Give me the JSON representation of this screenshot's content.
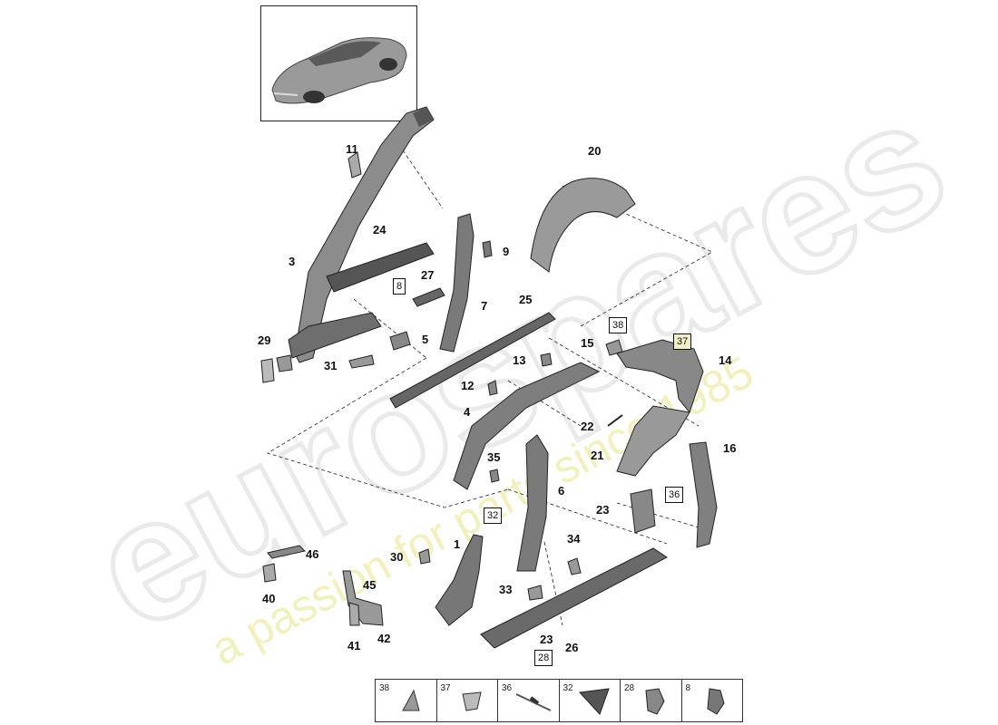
{
  "watermark": {
    "brand": "eurospares",
    "tagline": "a passion for parts since 1985"
  },
  "callouts": [
    {
      "id": "11",
      "label": "11"
    },
    {
      "id": "24",
      "label": "24"
    },
    {
      "id": "3",
      "label": "3"
    },
    {
      "id": "8",
      "label": "8",
      "boxed": true
    },
    {
      "id": "27",
      "label": "27"
    },
    {
      "id": "7",
      "label": "7"
    },
    {
      "id": "9",
      "label": "9"
    },
    {
      "id": "29",
      "label": "29"
    },
    {
      "id": "5",
      "label": "5"
    },
    {
      "id": "31",
      "label": "31"
    },
    {
      "id": "20",
      "label": "20"
    },
    {
      "id": "25",
      "label": "25"
    },
    {
      "id": "38",
      "label": "38",
      "boxed": true
    },
    {
      "id": "15",
      "label": "15"
    },
    {
      "id": "37",
      "label": "37",
      "boxed": true,
      "highlight": true
    },
    {
      "id": "14",
      "label": "14"
    },
    {
      "id": "13",
      "label": "13"
    },
    {
      "id": "12",
      "label": "12"
    },
    {
      "id": "4",
      "label": "4"
    },
    {
      "id": "22",
      "label": "22"
    },
    {
      "id": "21",
      "label": "21"
    },
    {
      "id": "16",
      "label": "16"
    },
    {
      "id": "35",
      "label": "35"
    },
    {
      "id": "6",
      "label": "6"
    },
    {
      "id": "36",
      "label": "36",
      "boxed": true
    },
    {
      "id": "23a",
      "label": "23"
    },
    {
      "id": "32",
      "label": "32",
      "boxed": true
    },
    {
      "id": "46",
      "label": "46"
    },
    {
      "id": "30",
      "label": "30"
    },
    {
      "id": "1",
      "label": "1"
    },
    {
      "id": "34",
      "label": "34"
    },
    {
      "id": "40",
      "label": "40"
    },
    {
      "id": "45",
      "label": "45"
    },
    {
      "id": "33",
      "label": "33"
    },
    {
      "id": "41",
      "label": "41"
    },
    {
      "id": "42",
      "label": "42"
    },
    {
      "id": "23b",
      "label": "23"
    },
    {
      "id": "26",
      "label": "26"
    },
    {
      "id": "28",
      "label": "28",
      "boxed": true
    }
  ],
  "legend": [
    "38",
    "37",
    "36",
    "32",
    "28",
    "8"
  ],
  "colors": {
    "line": "#222222",
    "part": "#6b6b6b",
    "partLight": "#a8a8a8",
    "watermark": "#d9d9d9",
    "watermarkYellow": "#f2efb0"
  }
}
